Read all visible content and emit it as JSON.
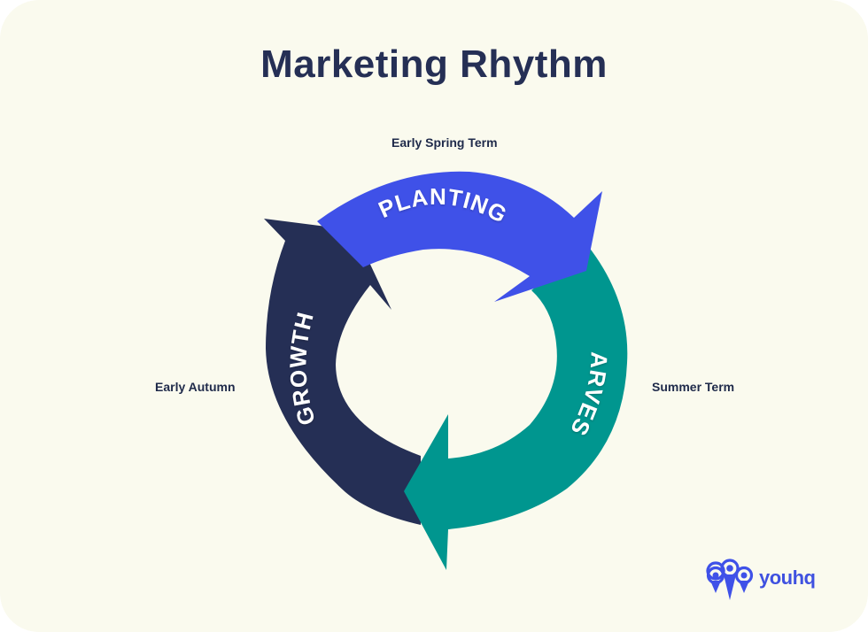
{
  "title": "Marketing Rhythm",
  "terms": {
    "spring": "Early Spring Term",
    "autumn": "Early Autumn",
    "summer": "Summer Term"
  },
  "stages": [
    {
      "label": "PLANTING",
      "color": "#3f51e8"
    },
    {
      "label": "HARVEST",
      "color": "#00968f"
    },
    {
      "label": "GROWTH",
      "color": "#252f55"
    }
  ],
  "logo": {
    "text": "youhq",
    "icon": "location-pins-icon",
    "color": "#3f51e8"
  },
  "colors": {
    "background": "#fafaee",
    "title": "#252f55"
  }
}
